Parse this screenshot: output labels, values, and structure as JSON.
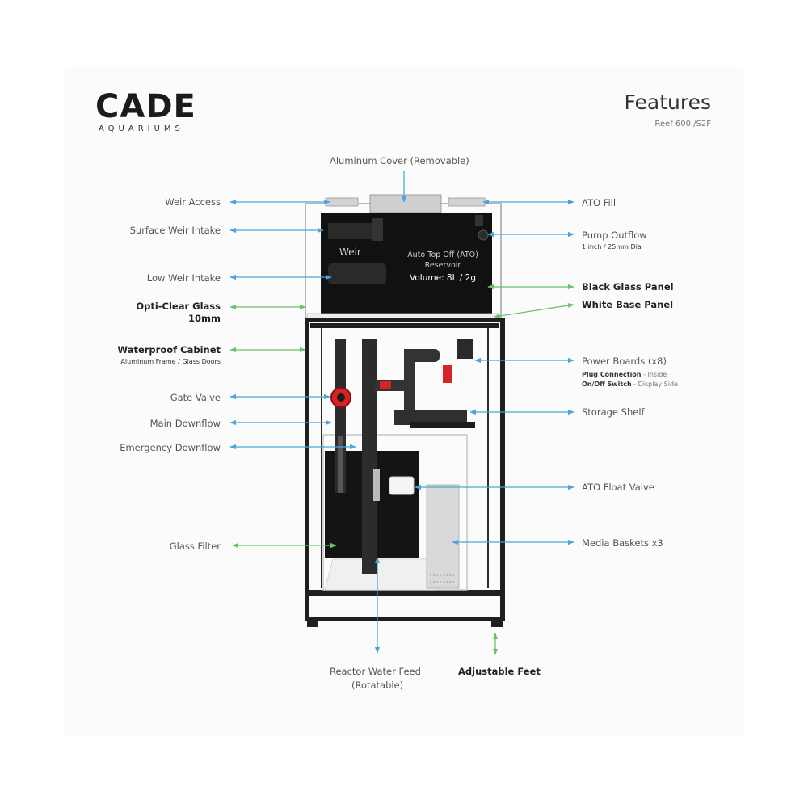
{
  "brand": {
    "name": "CADE",
    "tagline": "AQUARIUMS"
  },
  "header": {
    "title": "Features",
    "model": "Reef 600 /S2F"
  },
  "tank_text": {
    "weir": "Weir",
    "ato_line1": "Auto Top Off (ATO)",
    "ato_line2": "Reservoir",
    "volume": "Volume: 8L / 2g"
  },
  "labels": {
    "aluminum_cover": "Aluminum Cover (Removable)",
    "weir_access": "Weir Access",
    "surface_weir_intake": "Surface Weir Intake",
    "low_weir_intake": "Low Weir Intake",
    "opti_clear_line1": "Opti-Clear Glass",
    "opti_clear_line2": "10mm",
    "waterproof_cabinet": "Waterproof Cabinet",
    "waterproof_cabinet_sub": "Aluminum Frame / Glass Doors",
    "gate_valve": "Gate Valve",
    "main_downflow": "Main Downflow",
    "emergency_downflow": "Emergency Downflow",
    "glass_filter": "Glass Filter",
    "ato_fill": "ATO Fill",
    "pump_outflow": "Pump Outflow",
    "pump_outflow_sub": "1 inch / 25mm Dia",
    "black_glass_panel": "Black Glass Panel",
    "white_base_panel": "White Base Panel",
    "power_boards": "Power Boards (x8)",
    "plug_connection": "Plug Connection",
    "plug_connection_note": " - Inside",
    "onoff_switch": "On/Off Switch",
    "onoff_switch_note": " - Display Side",
    "storage_shelf": "Storage Shelf",
    "ato_float_valve": "ATO Float Valve",
    "media_baskets": "Media Baskets x3",
    "reactor_line1": "Reactor Water Feed",
    "reactor_line2": "(Rotatable)",
    "adjustable_feet": "Adjustable Feet"
  },
  "colors": {
    "blue_arrow": "#4aa6d8",
    "green_arrow": "#6cc06a",
    "frame": "#1f1f1f",
    "valve_red": "#d8222a"
  }
}
